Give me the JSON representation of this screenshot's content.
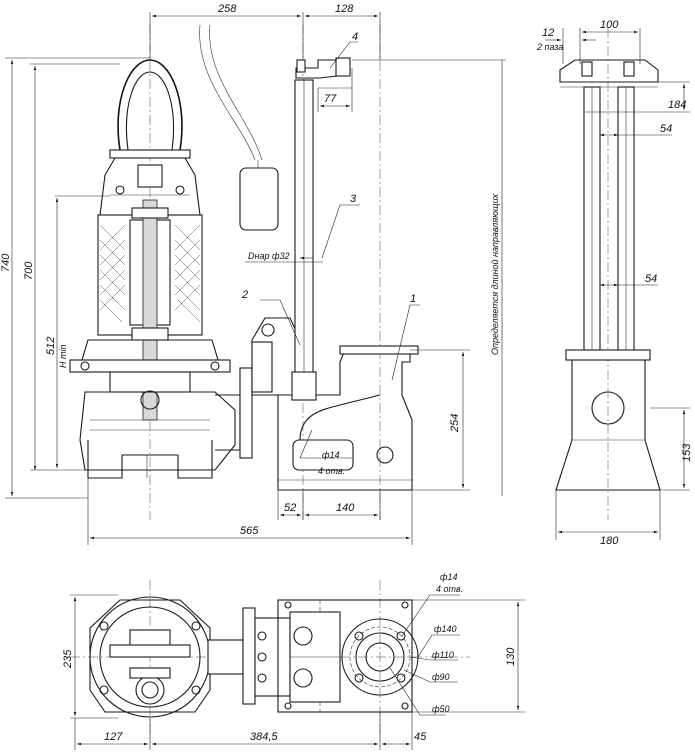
{
  "dimensions": {
    "d258": "258",
    "d128": "128",
    "d740": "740",
    "d700": "700",
    "d512": "512",
    "h_min": "H min",
    "d77": "77",
    "dnar32": "Dнар ф32",
    "d14_front": "ф14",
    "holes4_front": "4 отв.",
    "d254": "254",
    "d52": "52",
    "d140": "140",
    "d565": "565",
    "d12": "12",
    "grooves2": "2 паза",
    "d100": "100",
    "d184": "184",
    "d54_top": "54",
    "d54_mid": "54",
    "d153": "153",
    "d180": "180",
    "d14_plan": "ф14",
    "holes4_plan": "4 отв.",
    "d140_plan": "ф140",
    "d110_plan": "ф110",
    "d90_plan": "ф90",
    "d50_plan": "ф50",
    "d130": "130",
    "d235": "235",
    "d127": "127",
    "d384_5": "384,5",
    "d45": "45"
  },
  "note_vertical": "Определяется длиной направляющих",
  "callouts": {
    "c1": "1",
    "c2": "2",
    "c3": "3",
    "c4": "4"
  }
}
